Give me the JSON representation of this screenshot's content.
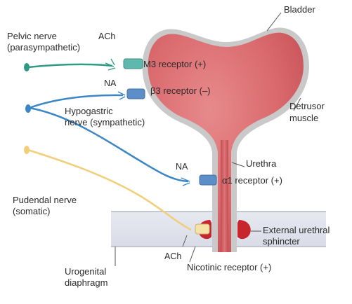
{
  "labels": {
    "bladder": "Bladder",
    "pelvic_nerve_1": "Pelvic nerve",
    "pelvic_nerve_2": "(parasympathetic)",
    "ach_top": "ACh",
    "m3": "M3 receptor (+)",
    "na_top": "NA",
    "beta3": "β3 receptor (–)",
    "hypogastric_1": "Hypogastric",
    "hypogastric_2": "nerve (sympathetic)",
    "detrusor_1": "Detrusor",
    "detrusor_2": "muscle",
    "urethra": "Urethra",
    "na_mid": "NA",
    "alpha1": "α1 receptor (+)",
    "pudendal_1": "Pudendal nerve",
    "pudendal_2": "(somatic)",
    "ext_1": "External urethral",
    "ext_2": "sphincter",
    "ach_bottom": "ACh",
    "urogenital_1": "Urogenital",
    "urogenital_2": "diaphragm",
    "nicotinic": "Nicotinic receptor (+)"
  },
  "colors": {
    "bladder_fill": "#d9686c",
    "bladder_edge": "#c9c9c9",
    "pelvic_nerve": "#2f9b86",
    "hypogastric_nerve": "#3b86c4",
    "pudendal_nerve": "#f1cf7a",
    "receptor_teal": "#5fb8ad",
    "receptor_blue": "#5c8fc8",
    "receptor_yellow": "#f5e2a8",
    "sphincter": "#c7262e",
    "diaphragm": "#e3e6ef"
  }
}
